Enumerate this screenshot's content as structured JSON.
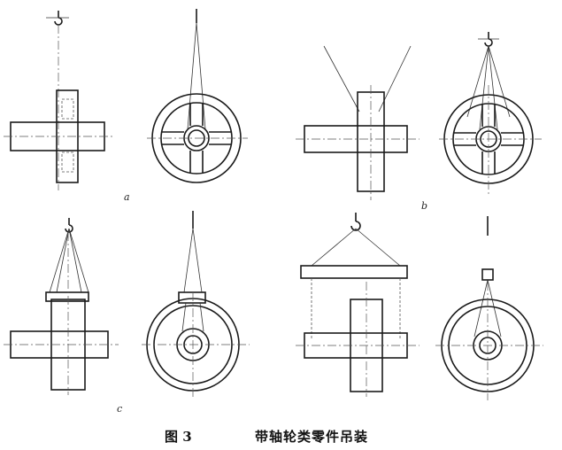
{
  "figure": {
    "number": "图 3",
    "title": "带轴轮类零件吊装"
  },
  "panels": [
    {
      "id": "a",
      "label": "a"
    },
    {
      "id": "b",
      "label": "b"
    },
    {
      "id": "c",
      "label": "c"
    }
  ]
}
